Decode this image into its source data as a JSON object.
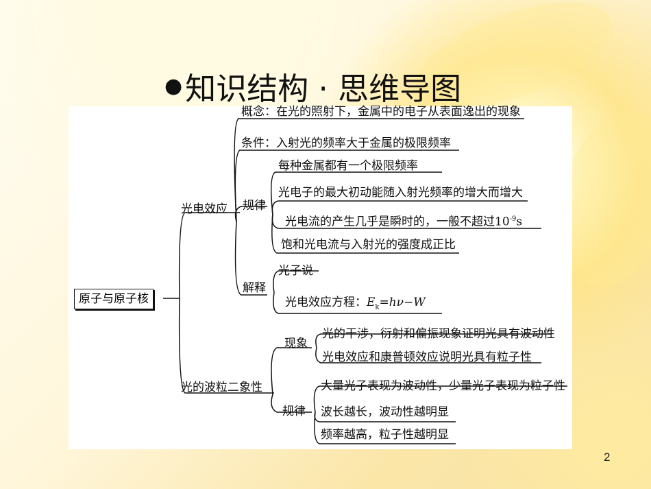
{
  "slide": {
    "title": "知识结构 · 思维导图",
    "page_number": "2"
  },
  "mindmap": {
    "root": "原子与原子核",
    "photoelectric": {
      "label": "光电效应",
      "concept": "概念：在光的照射下，金属中的电子从表面逸出的现象",
      "condition": "条件：入射光的频率大于金属的极限频率",
      "law_label": "规律",
      "laws": [
        "每种金属都有一个极限频率",
        "光电子的最大初动能随入射光频率的增大而增大",
        "光电流的产生几乎是瞬时的，一般不超过10",
        "饱和光电流与入射光的强度成正比"
      ],
      "law3_exponent": "-9",
      "law3_unit": "s",
      "explain_label": "解释",
      "explain": [
        "光子说",
        "光电效应方程："
      ],
      "equation": {
        "lhs": "E",
        "lhs_sub": "k",
        "rhs": "=hν−W"
      }
    },
    "duality": {
      "label": "光的波粒二象性",
      "phenomena_label": "现象",
      "phenomena": [
        "光的干涉，衍射和偏振现象证明光具有波动性",
        "光电效应和康普顿效应说明光具有粒子性"
      ],
      "law_label": "规律",
      "laws": [
        "大量光子表现为波动性，少量光子表现为粒子性",
        "波长越长，波动性越明显",
        "频率越高，粒子性越明显"
      ]
    }
  }
}
